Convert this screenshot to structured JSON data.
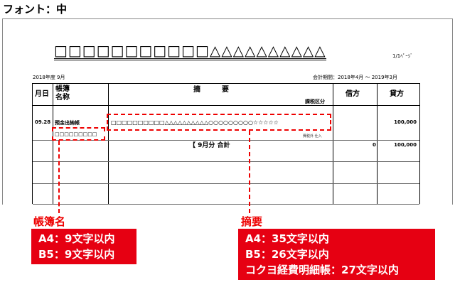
{
  "font_label": "フォント：中",
  "report": {
    "title": "□□□□□□□□□□□△△△△△△△△△△",
    "page_no": "1/1ﾍﾟｰｼﾞ",
    "fiscal_year": "2018年度 9月",
    "period": "会計期間：2018年4月 ～ 2019年3月"
  },
  "headers": {
    "date": "月日",
    "ledger_line1": "帳簿",
    "ledger_line2": "名称",
    "summary": "摘　　　要",
    "tax_category": "課税区分",
    "debit": "借方",
    "credit": "貸方"
  },
  "rows": [
    {
      "date": "09.28",
      "ledger_name": "預金出納帳",
      "ledger_placeholder": "□□□□□□□□□",
      "summary": "□□□□□□□□□□△△△△△△△△△△○○○○○○○○○☆☆☆☆☆",
      "tax_note": "費税外 仕入",
      "debit": "",
      "credit": "100,000"
    }
  ],
  "total": {
    "label": "【 9月分 合計",
    "debit": "0",
    "credit": "100,000"
  },
  "annotations": {
    "ledger_label": "帳簿名",
    "ledger_limits": [
      "A4：9文字以内",
      "B5：9文字以内"
    ],
    "summary_label": "摘要",
    "summary_limits": [
      "A4：35文字以内",
      "B5：26文字以内",
      "コクヨ経費明細帳：27文字以内"
    ]
  },
  "colors": {
    "accent": "#e60012"
  }
}
